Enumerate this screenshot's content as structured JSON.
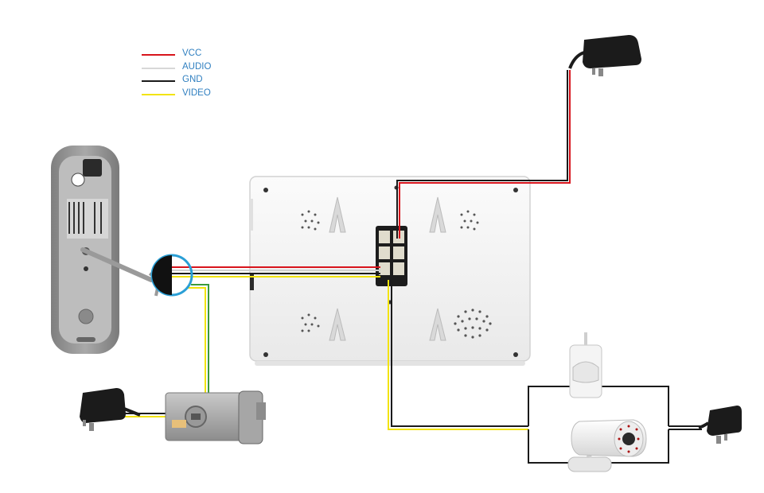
{
  "legend": [
    {
      "label": "VCC",
      "color": "#d8141c"
    },
    {
      "label": "AUDIO",
      "color": "#d8d8d8"
    },
    {
      "label": "GND",
      "color": "#1a1a1a"
    },
    {
      "label": "VIDEO",
      "color": "#f2e30a"
    }
  ],
  "wire_colors": {
    "vcc": "#d8141c",
    "audio": "#d8d8d8",
    "gnd": "#1a1a1a",
    "video": "#f2e30a",
    "lock": "#3b9a3b",
    "highlight_ring": "#2a9fd6"
  },
  "components": {
    "doorbell": {
      "icon": "outdoor-camera-doorbell-icon"
    },
    "monitor": {
      "icon": "indoor-monitor-icon"
    },
    "lock": {
      "icon": "electric-lock-icon"
    },
    "motion_sensor": {
      "icon": "pir-sensor-icon"
    },
    "cctv": {
      "icon": "bullet-camera-icon"
    },
    "adapters": [
      "power-adapter-icon",
      "power-adapter-icon",
      "power-adapter-icon"
    ]
  }
}
